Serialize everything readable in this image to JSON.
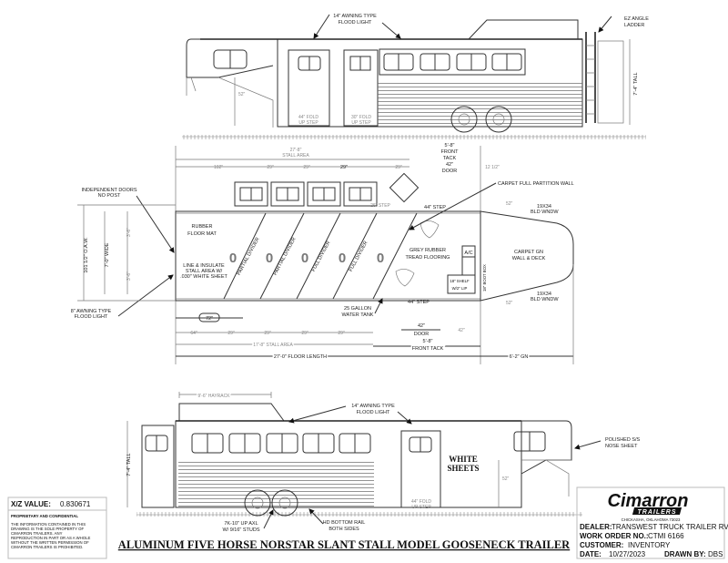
{
  "side_view_curbside": {
    "awning_light": [
      "14\" AWNING TYPE",
      "FLOOD LIGHT"
    ],
    "ladder": [
      "EZ ANGLE",
      "LADDER"
    ],
    "height": "7'-4\" TALL",
    "gn_height": "52\"",
    "step1": [
      "44\" FOLD",
      "UP STEP"
    ],
    "step2": [
      "30\" FOLD",
      "UP STEP"
    ]
  },
  "plan_view": {
    "stall_area_top": [
      "27'-8\"",
      "STALL AREA"
    ],
    "top_dims": [
      "102\"",
      "29\"",
      "29\"",
      "29\"",
      "29\""
    ],
    "front_tack_top": [
      "5'-8\"",
      "FRONT",
      "TACK",
      "42\"",
      "DOOR"
    ],
    "gn_offset": "12 1/2\"",
    "independent_doors": [
      "INDEPENDENT DOORS",
      "NO POST"
    ],
    "awning_light": [
      "8\" AWNING TYPE",
      "FLOOD LIGHT"
    ],
    "overall_width": "101 1/2\" O.A.W.",
    "inside_width": "7'-0\" WIDE",
    "half_width_1": "3'-6\"",
    "half_width_2": "3'-6\"",
    "rubber_mat": [
      "RUBBER",
      "FLOOR MAT"
    ],
    "line_insulate": [
      "LINE & INSULATE",
      "STALL AREA W/",
      ".030\" WHITE SHEET"
    ],
    "dividers": [
      "PARTIAL DIVIDER",
      "PARTIAL DIVIDER",
      "FULL DIVIDER",
      "FULL DIVIDER"
    ],
    "stall_marks": [
      "0",
      "0",
      "0",
      "0",
      "0"
    ],
    "rear_door_width": "72\"",
    "bottom_dims": [
      "64\"",
      "29\"",
      "29\"",
      "29\"",
      "29\""
    ],
    "stall_area_bottom": "17'-8\" STALL AREA",
    "floor_length": "27'-0\" FLOOR LENGTH",
    "water_tank": [
      "25 GALLON",
      "WATER TANK"
    ],
    "tread_flooring": [
      "GREY RUBBER",
      "TREAD FLOORING"
    ],
    "partition_wall": "CARPET FULL PARTITION WALL",
    "window_top": [
      "52\"",
      "19X34",
      "BLD WNDW"
    ],
    "window_bottom": [
      "52\"",
      "19X34",
      "BLD WNDW"
    ],
    "gn_carpet": [
      "CARPET GN",
      "WALL & DECK"
    ],
    "ac": "A/C",
    "boot_box": "18\" BOOT BOX",
    "shelf": [
      "18\" SHELF",
      "W/2\" LIP"
    ],
    "step_top": "44\" STEP",
    "step_rear": "26\" STEP",
    "step_bottom": "44\" STEP",
    "door_bottom": [
      "42\"",
      "DOOR"
    ],
    "door_offset": "42\"",
    "front_tack_bottom": [
      "5'-8\"",
      "FRONT TACK"
    ],
    "gn_length": "6'-2\" GN"
  },
  "side_view_roadside": {
    "hayrack": "9'-6\" HAYRACK",
    "awning_light": [
      "14\" AWNING TYPE",
      "FLOOD LIGHT"
    ],
    "white_sheets": [
      "WHITE",
      "SHEETS"
    ],
    "nose_sheet": [
      "POLISHED S/S",
      "NOSE SHEET"
    ],
    "height": "7'-4\" TALL",
    "gn_height": "52\"",
    "step": [
      "44\" FOLD",
      "UP STEP"
    ],
    "axle": [
      "7K-10\" UP AXL",
      "W/ 9/16\" STUDS"
    ],
    "bottom_rail": [
      "HD BOTTOM RAIL",
      "BOTH SIDES"
    ]
  },
  "drawing_title": "ALUMINUM FIVE HORSE NORSTAR SLANT STALL MODEL GOOSENECK TRAILER",
  "info_box": {
    "xz_label": "X/Z VALUE:",
    "xz_value": "0.830671",
    "proprietary": "PROPRIETARY AND CONFIDENTIAL",
    "notice": [
      "THE INFORMATION CONTAINED IN THIS",
      "DRAWING IS THE SOLE PROPERTY OF",
      "CIMARRON TRAILERS. ANY",
      "REPRODUCTION IN PART OR AS A WHOLE",
      "WITHOUT THE WRITTEN PERMISSION OF",
      "CIMARRON TRAILERS IS PROHIBITED."
    ]
  },
  "title_block": {
    "logo": "Cimarron",
    "logo_sub": "TRAILERS",
    "location": "CHICKASHA, OKLAHOMA 73023",
    "dealer_label": "DEALER:",
    "dealer": "TRANSWEST TRUCK TRAILER RV",
    "work_order_label": "WORK ORDER NO.:",
    "work_order": "CTMI 6166",
    "customer_label": "CUSTOMER:",
    "customer": "INVENTORY",
    "date_label": "DATE:",
    "date": "10/27/2023",
    "drawn_by_label": "DRAWN BY:",
    "drawn_by": "DBS"
  }
}
